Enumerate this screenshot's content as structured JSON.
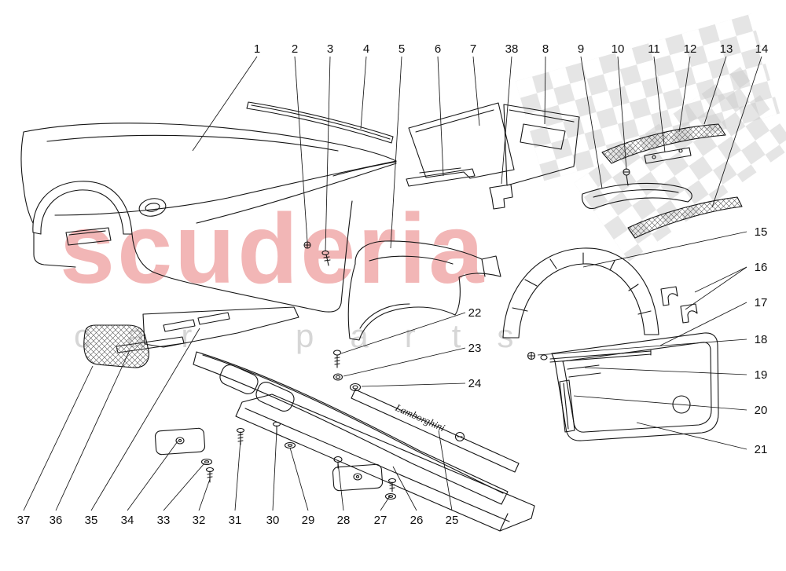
{
  "colors": {
    "ink": "#151515",
    "wm-pink": "#f2b6b6",
    "wm-gray": "#d6d6d6",
    "checker": "#cacaca"
  },
  "watermark": {
    "title": "scuderia",
    "subtitle": "car parts"
  },
  "diagram": {
    "badge_text": "Lamborghini"
  },
  "callouts": {
    "top": [
      "1",
      "2",
      "3",
      "4",
      "5",
      "6",
      "7",
      "38",
      "8",
      "9",
      "10",
      "11",
      "12",
      "13",
      "14"
    ],
    "right": [
      "15",
      "16",
      "17",
      "18",
      "19",
      "20",
      "21"
    ],
    "mid": [
      "22",
      "23",
      "24"
    ],
    "bottom": [
      "37",
      "36",
      "35",
      "34",
      "33",
      "32",
      "31",
      "30",
      "29",
      "28",
      "27",
      "26",
      "25"
    ]
  }
}
